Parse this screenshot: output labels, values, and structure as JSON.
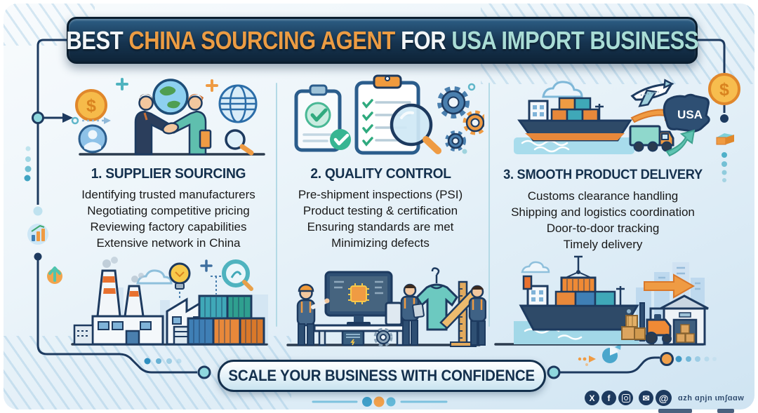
{
  "header": {
    "title_segments": [
      {
        "text": "BEST ",
        "color": "#F2F6F8"
      },
      {
        "text": "CHINA SOURCING AGENT ",
        "color": "#EC9C43"
      },
      {
        "text": "FOR ",
        "color": "#F2F6F8"
      },
      {
        "text": "USA IMPORT BUSINESS",
        "color": "#A9DDD6"
      }
    ]
  },
  "columns": [
    {
      "heading": "1. SUPPLIER SOURCING",
      "lines": [
        "Identifying trusted manufacturers",
        "Negotiating competitive pricing",
        "Reviewing factory capabilities",
        "Extensive network in China"
      ],
      "top_illustration": "businessmen-handshake-globe-coin-magnifier",
      "bottom_illustration": "factory-warehouse-lightbulb-containers"
    },
    {
      "heading": "2. QUALITY CONTROL",
      "lines": [
        "Pre-shipment inspections (PSI)",
        "Product testing & certification",
        "Ensuring standards are met",
        "Minimizing defects"
      ],
      "top_illustration": "checklist-clipboards-magnifier-gears",
      "bottom_illustration": "workers-inspecting-computer-and-garment"
    },
    {
      "heading": "3. SMOOTH PRODUCT DELIVERY",
      "lines": [
        "Customs clearance handling",
        "Shipping and logistics coordination",
        "Door-to-door tracking",
        "Timely delivery"
      ],
      "map_label": "USA",
      "top_illustration": "cargo-ship-plane-truck-usa-map",
      "bottom_illustration": "port-crane-forklift-warehouse"
    }
  ],
  "cta": {
    "label": "SCALE YOUR BUSINESS WITH CONFIDENCE"
  },
  "footer": {
    "icons": [
      {
        "name": "x-twitter-icon",
        "glyph": "X"
      },
      {
        "name": "facebook-icon",
        "glyph": "f"
      },
      {
        "name": "instagram-icon",
        "glyph": ""
      },
      {
        "name": "email-icon",
        "glyph": "✉"
      },
      {
        "name": "website-icon",
        "glyph": "@"
      }
    ],
    "watermark_text": "ɑzh ɑɲjn ɩmʃɑɑw"
  },
  "palette": {
    "navy": "#16334D",
    "orange": "#EC9C43",
    "teal": "#5FB6C9",
    "light_teal": "#A9DDD6",
    "gold": "#F7BD4E",
    "light_blue_bg": "#DDECF6",
    "text_dark": "#191919"
  }
}
